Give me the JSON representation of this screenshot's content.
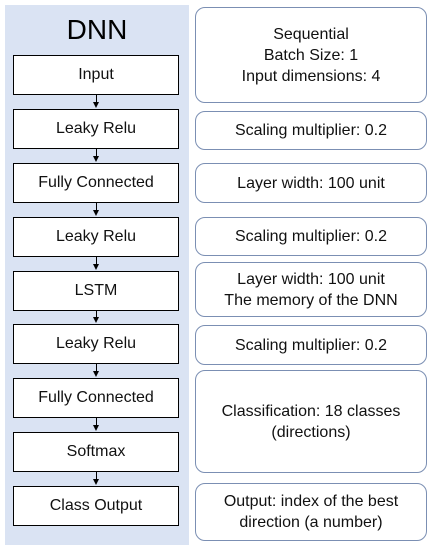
{
  "title": "DNN",
  "layers": [
    {
      "label": "Input"
    },
    {
      "label": "Leaky Relu"
    },
    {
      "label": "Fully Connected"
    },
    {
      "label": "Leaky Relu"
    },
    {
      "label": "LSTM"
    },
    {
      "label": "Leaky Relu"
    },
    {
      "label": "Fully Connected"
    },
    {
      "label": "Softmax"
    },
    {
      "label": "Class Output"
    }
  ],
  "descriptions": [
    {
      "lines": [
        "Sequential",
        "Batch Size: 1",
        "Input dimensions: 4"
      ]
    },
    {
      "lines": [
        "Scaling multiplier: 0.2"
      ]
    },
    {
      "lines": [
        "Layer width: 100 unit"
      ]
    },
    {
      "lines": [
        "Scaling multiplier: 0.2"
      ]
    },
    {
      "lines": [
        "Layer width: 100 unit",
        "The memory of the DNN"
      ]
    },
    {
      "lines": [
        "Scaling multiplier: 0.2"
      ]
    },
    {
      "lines": [
        "Classification: 18 classes",
        "(directions)"
      ]
    },
    {
      "lines": [
        "Output: index of the best",
        "direction (a number)"
      ]
    }
  ],
  "colors": {
    "panel": "#dae3f3",
    "desc_border": "#7b8fb3"
  }
}
